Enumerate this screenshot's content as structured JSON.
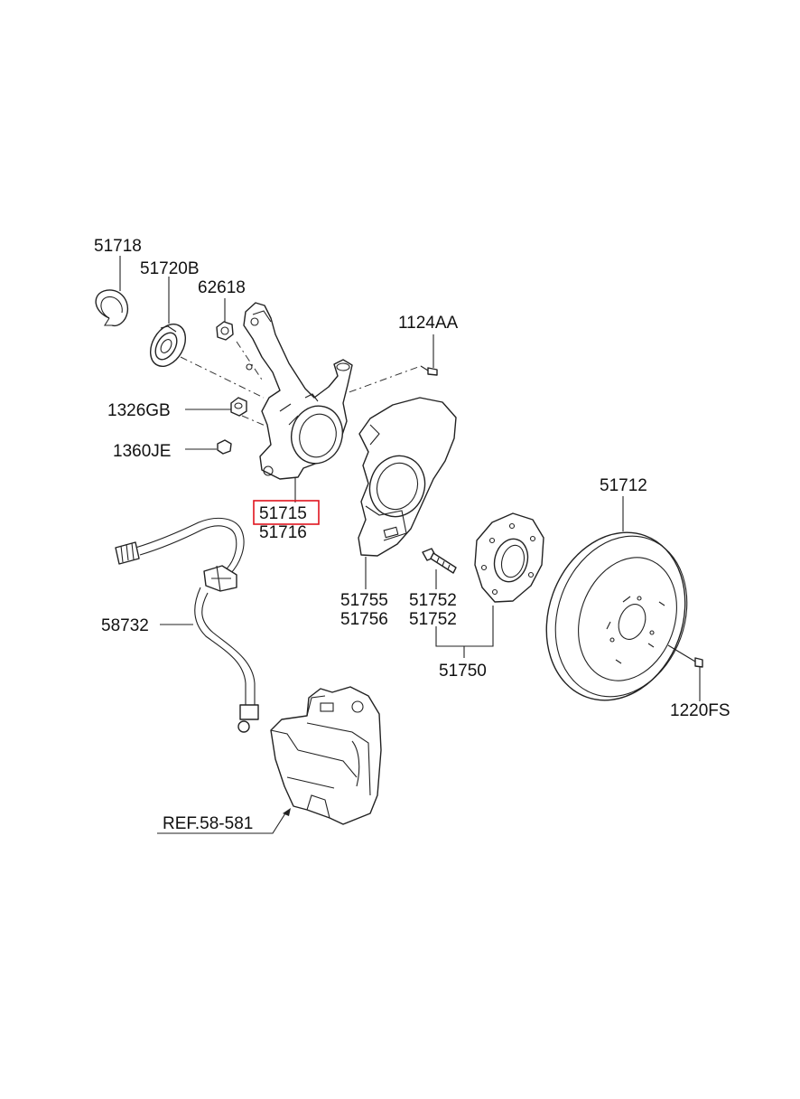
{
  "diagram": {
    "highlight_color": "#e0141e",
    "line_color": "#222222",
    "background": "#ffffff",
    "labels": {
      "p51718": "51718",
      "p51720B": "51720B",
      "p62618": "62618",
      "p1124AA": "1124AA",
      "p1326GB": "1326GB",
      "p1360JE": "1360JE",
      "p51715": "51715",
      "p51716": "51716",
      "p51712": "51712",
      "p51755": "51755",
      "p51756": "51756",
      "p51752a": "51752",
      "p51752b": "51752",
      "p51750": "51750",
      "p58732": "58732",
      "p1220FS": "1220FS",
      "ref": "REF.58-581"
    }
  }
}
